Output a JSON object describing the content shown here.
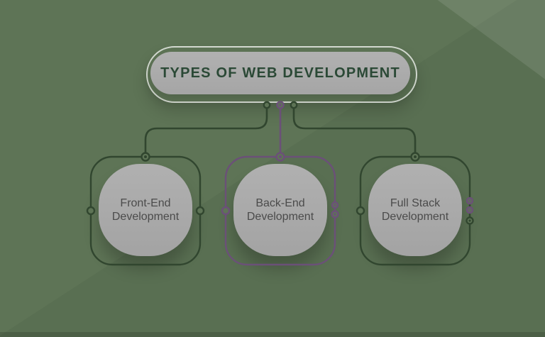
{
  "title": {
    "label": "TYPES OF WEB DEVELOPMENT"
  },
  "nodes": [
    {
      "id": "front-end",
      "line1": "Front-End",
      "line2": "Development",
      "accent": "green"
    },
    {
      "id": "back-end",
      "line1": "Back-End",
      "line2": "Development",
      "accent": "purple"
    },
    {
      "id": "full-stack",
      "line1": "Full Stack",
      "line2": "Development",
      "accent": "green"
    }
  ],
  "palette": {
    "background": "#5e7456",
    "wire_green": "#31462f",
    "wire_purple": "#6b5078",
    "banner_fill": "#acacac",
    "banner_text": "#2b4936",
    "node_fill": "#acacac",
    "node_text": "#4b4b4b",
    "outline_light": "#d8ddd6"
  }
}
